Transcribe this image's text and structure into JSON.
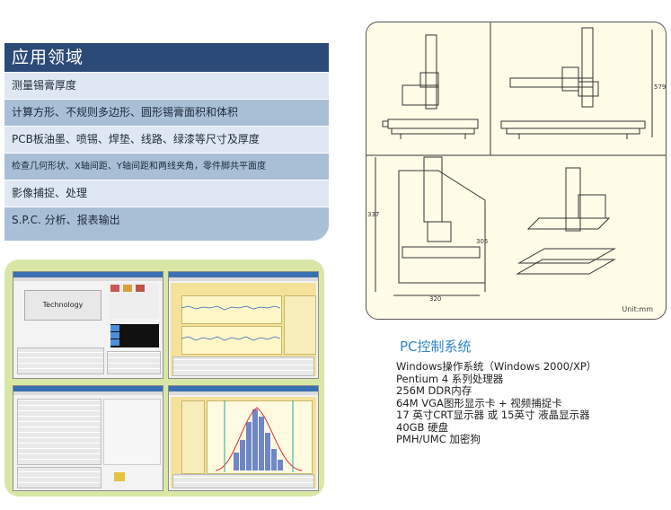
{
  "applications": {
    "title": "应用领域",
    "items": [
      "测量锡膏厚度",
      "计算方形、不规则多边形、圆形锡膏面积和体积",
      "PCB板油墨、喷锡、焊垫、线路、绿漆等尺寸及厚度",
      "检查几何形状、X轴间距、Y轴间距和两线夹角，零件脚共平面度",
      "影像捕捉、处理",
      "S.P.C. 分析、报表输出"
    ]
  },
  "screenshots": {
    "technology_label": "Technology"
  },
  "drawing": {
    "unit_label": "Unit:mm",
    "dims": [
      "579",
      "337",
      "305",
      "320"
    ]
  },
  "pc": {
    "title": "PC控制系统",
    "specs": [
      "Windows操作系统（Windows 2000/XP）",
      "Pentium 4 系列处理器",
      "256M DDR内存",
      "64M VGA图形显示卡 + 视频捕捉卡",
      "17 英寸CRT显示器 或 15英寸 液晶显示器",
      "40GB 硬盘",
      "PMH/UMC 加密狗"
    ]
  },
  "colors": {
    "header": "#2c4a78",
    "row_light": "#dfe8f2",
    "row_dark": "#a9bfd6",
    "collage_bg": "#d9e7a6",
    "pc_title": "#2f86c8"
  }
}
